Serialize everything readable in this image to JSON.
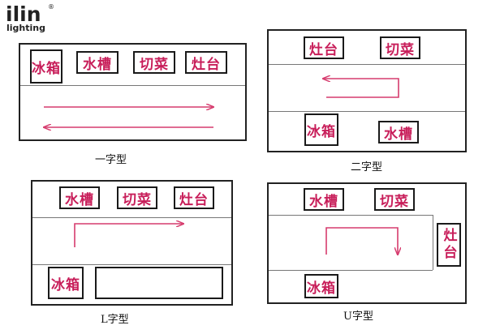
{
  "logo": {
    "text_top": "ilin",
    "text_bottom": "lighting",
    "mark": "®"
  },
  "layouts": [
    {
      "caption": "一字型",
      "labels": {
        "fridge": "冰箱",
        "sink": "水槽",
        "prep": "切菜",
        "stove": "灶台"
      }
    },
    {
      "caption": "二字型",
      "labels": {
        "stove": "灶台",
        "prep": "切菜",
        "fridge": "冰箱",
        "sink": "水槽"
      }
    },
    {
      "caption": "L字型",
      "labels": {
        "sink": "水槽",
        "prep": "切菜",
        "stove": "灶台",
        "fridge": "冰箱"
      }
    },
    {
      "caption": "U字型",
      "labels": {
        "sink": "水槽",
        "prep": "切菜",
        "stove": "灶台",
        "fridge": "冰箱"
      }
    }
  ],
  "colors": {
    "arrow": "#d63c6e",
    "label": "#c81e5a",
    "border": "#222222"
  }
}
